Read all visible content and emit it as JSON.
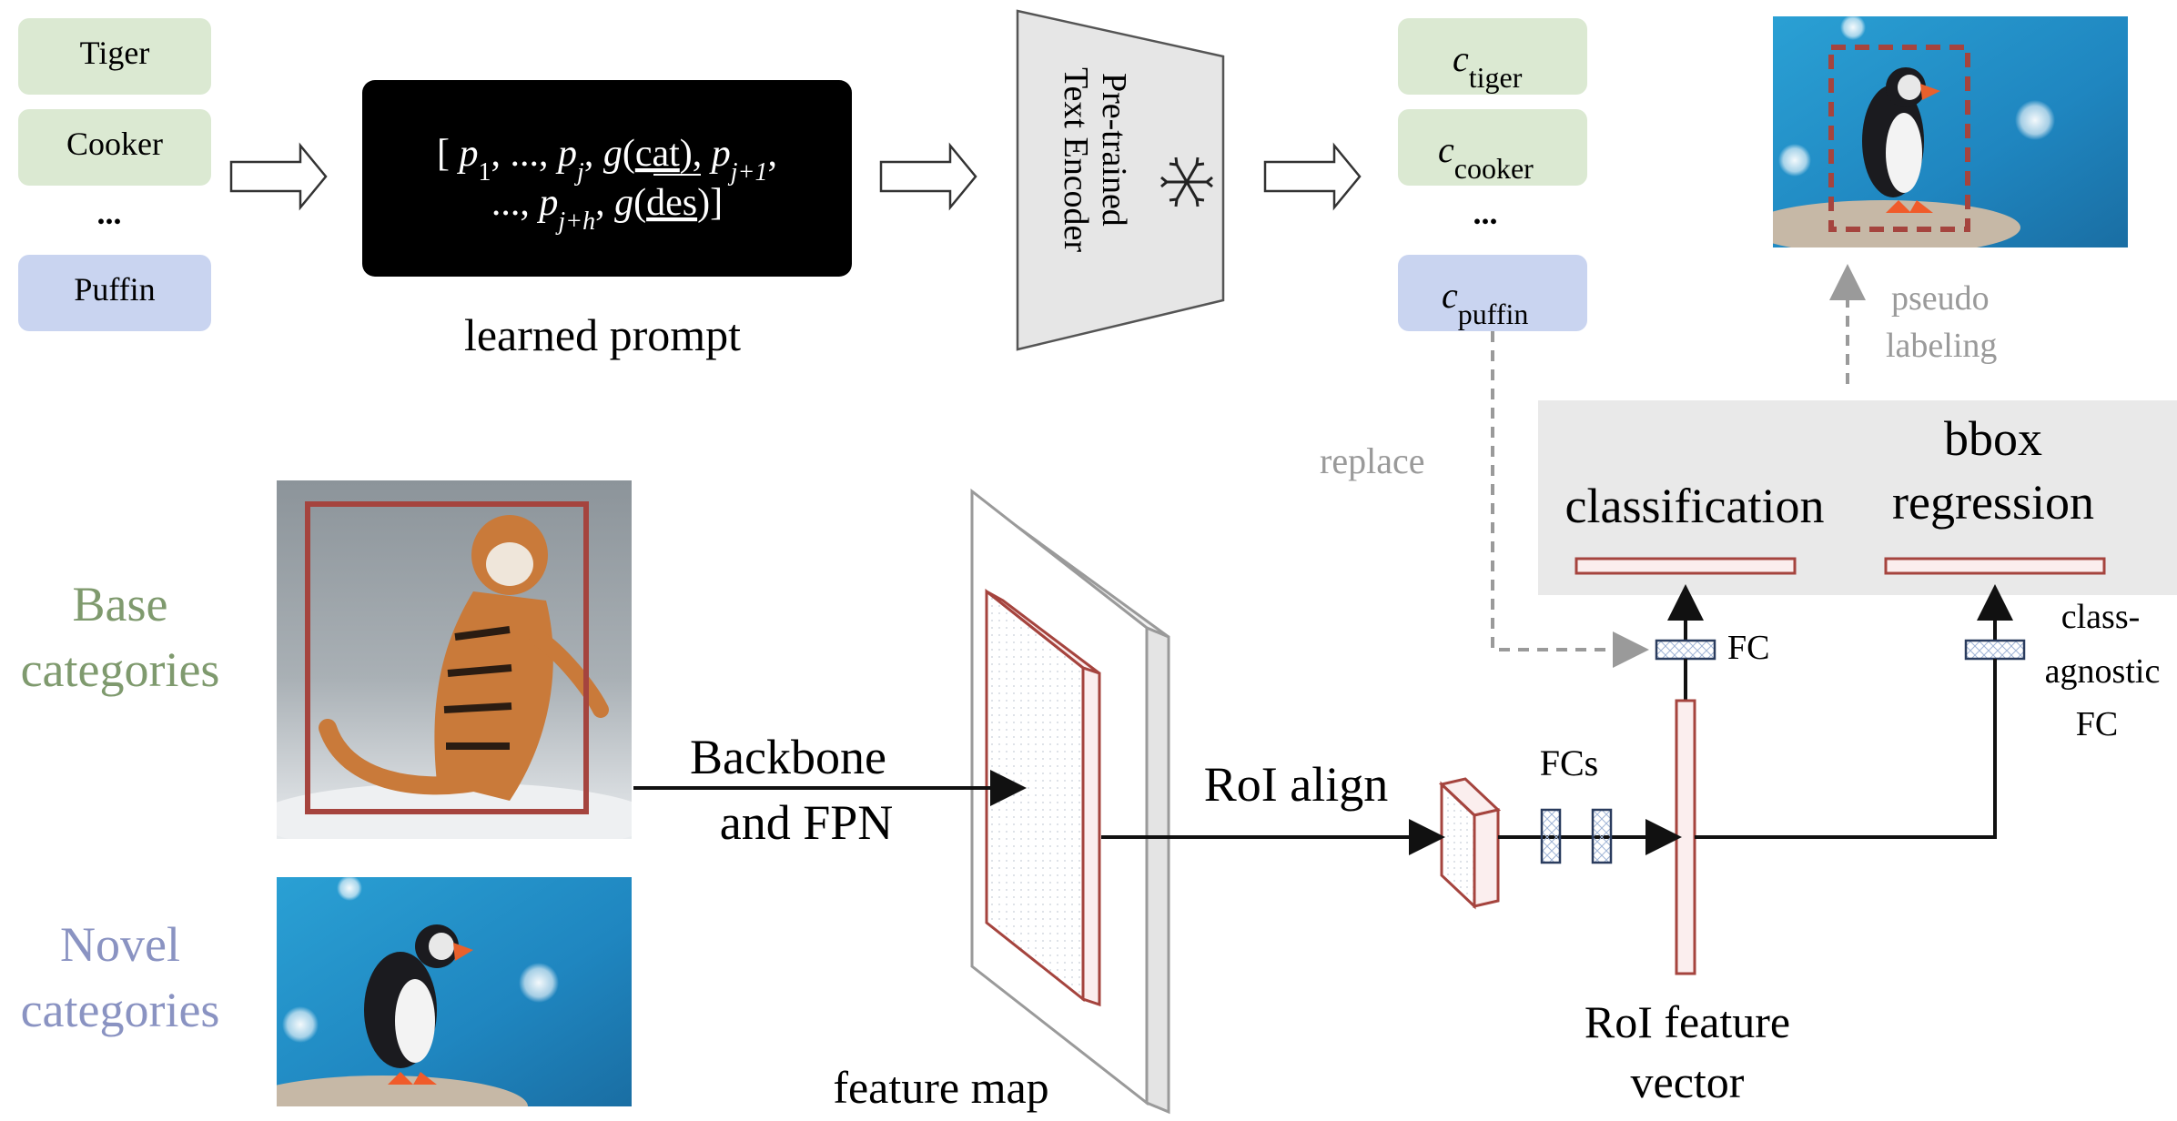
{
  "classes": {
    "items": [
      "Tiger",
      "Cooker",
      "...",
      "Puffin"
    ],
    "base_color": "#dbe9d2",
    "novel_color": "#c9d4f0"
  },
  "prompt": {
    "caption": "learned prompt",
    "tokens": {
      "open_bracket": "[",
      "p": "p",
      "one": "1",
      "ellipsis": "...",
      "j": "j",
      "g": "g",
      "cat": "cat",
      "jp1": "j+1",
      "jh": "j+h",
      "des": "des",
      "close_bracket": "]"
    }
  },
  "encoder": {
    "line1": "Pre-trained",
    "line2": "Text Encoder",
    "frozen_icon": "snowflake-icon"
  },
  "embeddings": {
    "c": "c",
    "items": [
      "tiger",
      "cooker",
      "...",
      "puffin"
    ]
  },
  "labels": {
    "pseudo_1": "pseudo",
    "pseudo_2": "labeling",
    "replace": "replace",
    "classification": "classification",
    "bbox_1": "bbox",
    "bbox_2": "regression",
    "fc": "FC",
    "class_agnostic_1": "class-",
    "class_agnostic_2": "agnostic",
    "class_agnostic_3": "FC",
    "fcs": "FCs",
    "roi_align": "RoI align",
    "roi_feature_1": "RoI feature",
    "roi_feature_2": "vector",
    "backbone_1": "Backbone",
    "backbone_2": "and FPN",
    "feature_map": "feature map",
    "base_1": "Base",
    "base_2": "categories",
    "novel_1": "Novel",
    "novel_2": "categories"
  },
  "colors": {
    "base_text": "#7f9a6e",
    "novel_text": "#8a93c2",
    "accent_red": "#a5443e",
    "gray_text": "#9a9a9a",
    "head_bg": "#e9e9e9"
  }
}
